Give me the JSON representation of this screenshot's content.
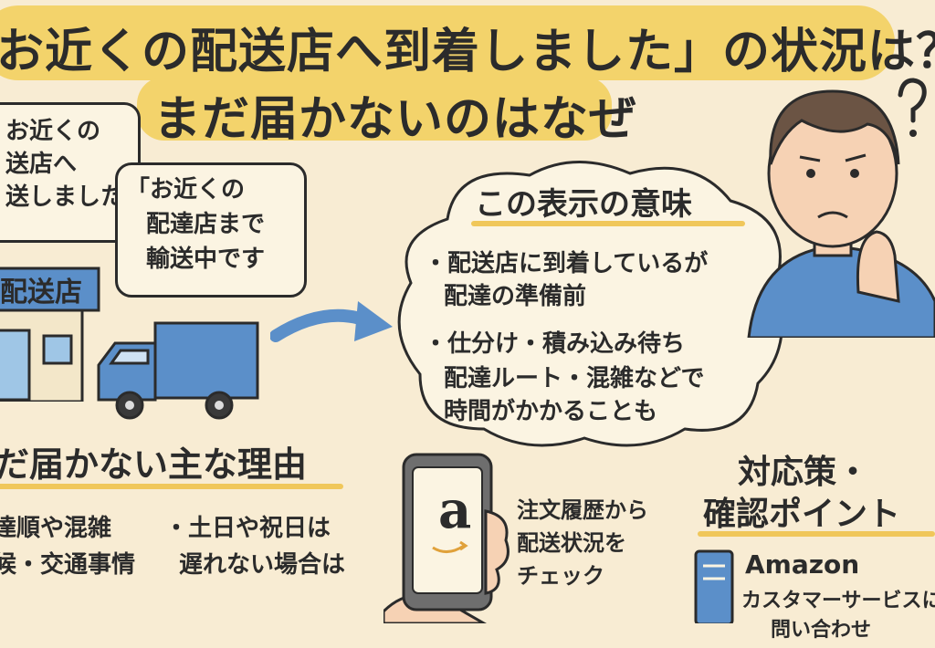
{
  "title": {
    "line1": "お近くの配送店へ到着しました」の状況は？",
    "line2": "まだ届かないのはなぜ"
  },
  "bubble_left": [
    "お近くの",
    "送店へ",
    "送しました」"
  ],
  "bubble_right": [
    "「お近くの",
    "配達店まで",
    "輸送中です"
  ],
  "store_sign": "配送店",
  "meaning": {
    "heading": "この表示の意味",
    "bullet1": [
      "・配送店に到着しているが",
      "配達の準備前"
    ],
    "bullet2": [
      "・仕分け・積み込み待ち",
      "配達ルート・混雑などで",
      "時間がかかることも"
    ]
  },
  "reasons": {
    "heading": "だ届かない主な理由",
    "col1": [
      "達順や混雑",
      "候・交通事情"
    ],
    "col2": [
      "・土日や祝日は",
      "遅れない場合は"
    ]
  },
  "phone": {
    "logo_letter": "a",
    "caption": [
      "注文履歴から",
      "配送状況を",
      "チェック"
    ]
  },
  "measures": {
    "heading": [
      "対応策・",
      "確認ポイント"
    ],
    "amazon": "Amazon",
    "support": [
      "カスタマーサービスに",
      "問い合わせ"
    ]
  },
  "colors": {
    "background": "#f8ecd3",
    "highlight": "#f3d36b",
    "blue": "#5b8fc9",
    "ink": "#2b2b2b"
  },
  "icons": [
    "question-mark-icon",
    "truck-icon",
    "store-icon",
    "arrow-icon",
    "smartphone-icon",
    "amazon-logo-icon",
    "document-icon"
  ]
}
